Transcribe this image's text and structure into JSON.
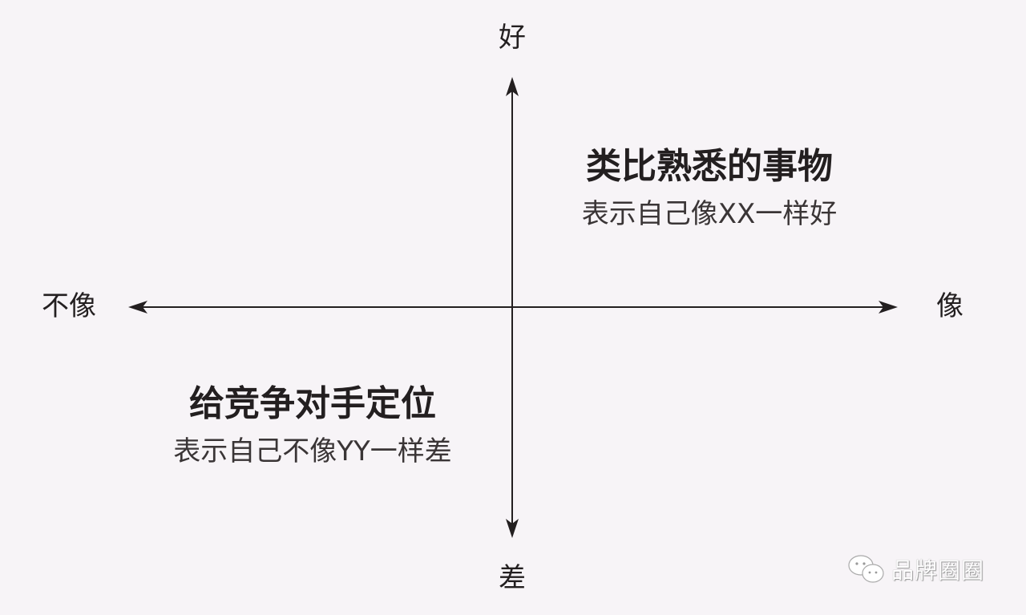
{
  "axes": {
    "top_label": "好",
    "bottom_label": "差",
    "left_label": "不像",
    "right_label": "像",
    "line_color": "#231f20"
  },
  "quadrants": {
    "top_right": {
      "title": "类比熟悉的事物",
      "subtitle": "表示自己像XX一样好"
    },
    "bottom_left": {
      "title": "给竞争对手定位",
      "subtitle": "表示自己不像YY一样差"
    }
  },
  "watermark": {
    "icon": "wechat-icon",
    "text": "品牌圈圈"
  }
}
